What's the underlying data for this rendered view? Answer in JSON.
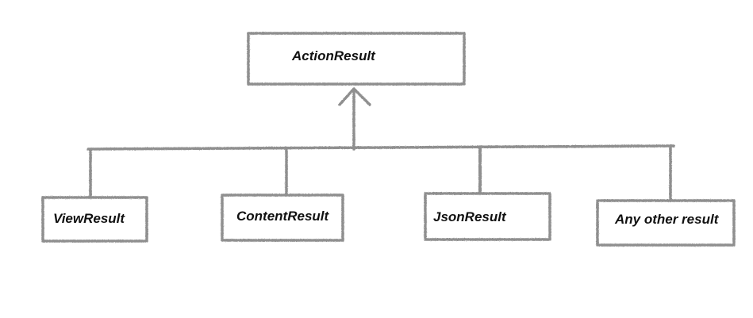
{
  "diagram": {
    "root": {
      "label": "ActionResult"
    },
    "children": [
      {
        "label": "ViewResult"
      },
      {
        "label": "ContentResult"
      },
      {
        "label": "JsonResult"
      },
      {
        "label": "Any other result"
      }
    ],
    "relation": "inherits-from",
    "stroke_color": "#8f8f8f",
    "text_color": "#111111"
  }
}
